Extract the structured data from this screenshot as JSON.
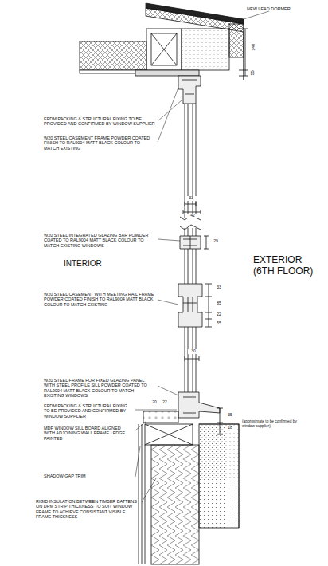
{
  "diagram": {
    "labels": [
      "NEW LEAD DORMER",
      "140",
      "55",
      "EPDM PACKING & STRUCTURAL FIXING TO BE PROVIDED AND CONFIRMED BY WINDOW SUPPLIER",
      "W20 STEEL CASEMENT FRAME POWDER COATED FINISH TO RAL9004 MATT BLACK COLOUR TO MATCH EXISTING",
      "33",
      "42",
      "W20 STEEL INTEGRATED GLAZING BAR POWDER COATED TO RAL9004 MATT BLACK COLOUR TO MATCH EXISTING WINDOWS",
      "29",
      "INTERIOR",
      "EXTERIOR (6TH FLOOR)",
      "W20 STEEL CASEMENT WITH MEETING RAIL FRAME POWDER COATED FINISH TO RAL9004 MATT BLACK COLOUR TO MATCH EXISTING",
      "33",
      "85",
      "22",
      "55",
      "30",
      "W20 STEEL FRAME FOR FIXED GLAZING PANEL WITH STEEL PROFILE SILL POWDER COATED TO RAL9004 MATT BLACK COLOUR TO MATCH EXISTING WINDOWS",
      "EPDM PACKING & STRUCTURAL FIXING TO BE PROVIDED AND CONFIRMED BY WINDOW SUPPLIER",
      "MDF WINDOW SILL BOARD ALIGNED WITH ADJOINING WALL FRAME LEDGE PAINTED",
      "20",
      "22",
      "35",
      "18",
      "(approximate to be confirmed by window supplier)",
      "SHADOW GAP TRIM",
      "RIGID INSULATION BETWEEN TIMBER BATTENS ON DPM STRIP THICKNESS TO SUIT WINDOW FRAME TO ACHIEVE CONSISTANT VISIBLE FRAME THICKNESS"
    ]
  }
}
